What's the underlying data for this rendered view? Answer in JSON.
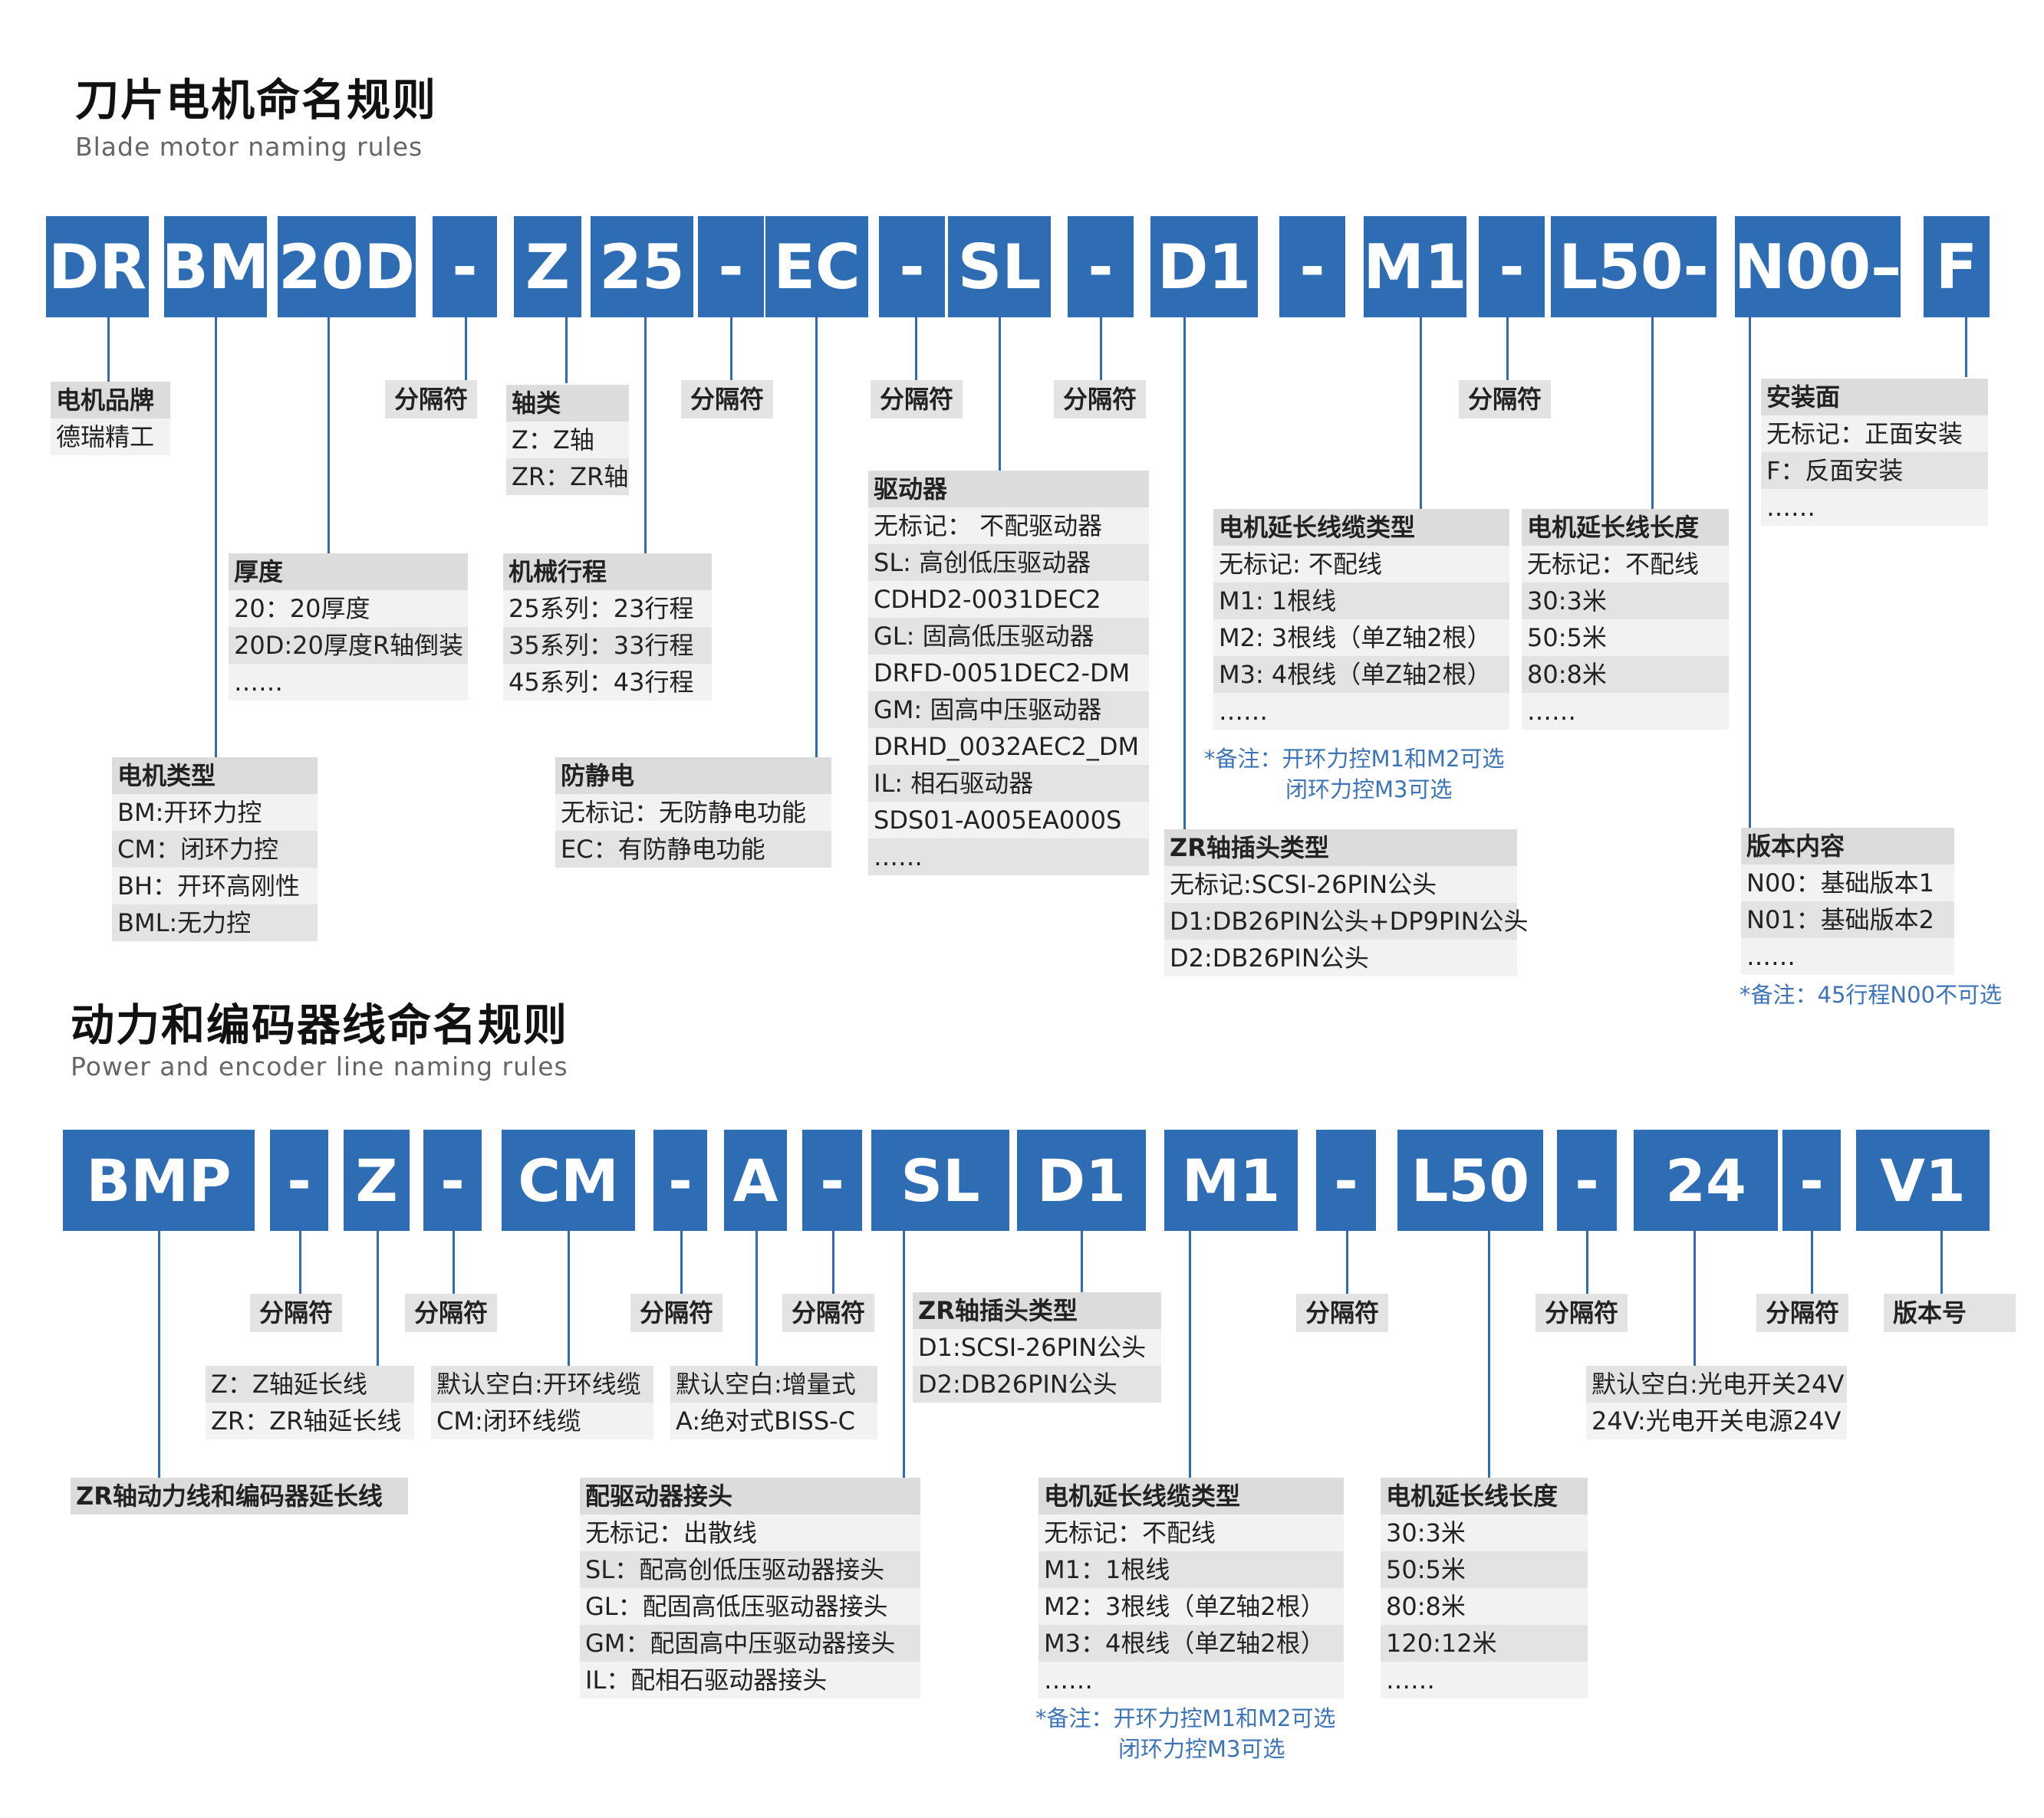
{
  "section1": {
    "title": "刀片电机命名规则",
    "subtitle": "Blade motor naming rules",
    "code": [
      "DR",
      "BM",
      "20D",
      "-",
      "Z",
      "25",
      "-",
      "EC",
      "-",
      "SL",
      "-",
      "D1",
      "-",
      "M1",
      "-",
      "L50-",
      "N00–",
      "F"
    ],
    "separator_label": "分隔符",
    "brand": {
      "title": "电机品牌",
      "items": [
        "德瑞精工"
      ]
    },
    "motor_type": {
      "title": "电机类型",
      "items": [
        "BM:开环力控",
        "CM：闭环力控",
        "BH：开环高刚性",
        "BML:无力控"
      ]
    },
    "thickness": {
      "title": "厚度",
      "items": [
        "20：20厚度",
        "20D:20厚度R轴倒装",
        "……"
      ]
    },
    "axis": {
      "title": "轴类",
      "items": [
        "Z：Z轴",
        "ZR：ZR轴"
      ]
    },
    "stroke": {
      "title": "机械行程",
      "items": [
        "25系列：23行程",
        "35系列：33行程",
        "45系列：43行程"
      ]
    },
    "antistatic": {
      "title": "防静电",
      "items": [
        "无标记：无防静电功能",
        "EC：有防静电功能"
      ]
    },
    "driver": {
      "title": "驱动器",
      "items": [
        "无标记： 不配驱动器",
        "SL: 高创低压驱动器",
        "CDHD2-0031DEC2",
        "GL: 固高低压驱动器",
        "DRFD-0051DEC2-DM",
        "GM: 固高中压驱动器",
        "DRHD_0032AEC2_DM",
        "IL: 相石驱动器",
        "SDS01-A005EA000S",
        "……"
      ]
    },
    "zr_plug": {
      "title": "ZR轴插头类型",
      "items": [
        "无标记:SCSI-26PIN公头",
        "D1:DB26PIN公头+DP9PIN公头",
        "D2:DB26PIN公头"
      ]
    },
    "ext_cable_type": {
      "title": "电机延长线缆类型",
      "items": [
        "无标记: 不配线",
        "M1: 1根线",
        "M2: 3根线（单Z轴2根）",
        "M3: 4根线（单Z轴2根）",
        "……"
      ]
    },
    "ext_note": [
      "*备注：开环力控M1和M2可选",
      "闭环力控M3可选"
    ],
    "ext_length": {
      "title": "电机延长线长度",
      "items": [
        "无标记：不配线",
        "30:3米",
        "50:5米",
        "80:8米",
        "……"
      ]
    },
    "mount": {
      "title": "安装面",
      "items": [
        "无标记：正面安装",
        "F：反面安装",
        "……"
      ]
    },
    "version": {
      "title": "版本内容",
      "items": [
        "N00：基础版本1",
        "N01：基础版本2",
        "……"
      ]
    },
    "version_note": "*备注：45行程N00不可选"
  },
  "section2": {
    "title": "动力和编码器线命名规则",
    "subtitle": "Power and encoder line naming rules",
    "code": [
      "BMP",
      "-",
      "Z",
      "-",
      "CM",
      "-",
      "A",
      "-",
      "SL",
      "D1",
      "M1",
      "-",
      "L50",
      "-",
      "24",
      "-",
      "V1"
    ],
    "separator_label": "分隔符",
    "zr_ext": "ZR轴动力线和编码器延长线",
    "axis": [
      "Z：Z轴延长线",
      "ZR：ZR轴延长线"
    ],
    "cable": [
      "默认空白:开环线缆",
      "CM:闭环线缆"
    ],
    "encoder": [
      "默认空白:增量式",
      "A:绝对式BISS-C"
    ],
    "driver_plug": {
      "title": "配驱动器接头",
      "items": [
        "无标记：出散线",
        "SL：配高创低压驱动器接头",
        "GL：配固高低压驱动器接头",
        "GM：配固高中压驱动器接头",
        "IL：配相石驱动器接头"
      ]
    },
    "zr_plug": {
      "title": "ZR轴插头类型",
      "items": [
        "D1:SCSI-26PIN公头",
        "D2:DB26PIN公头"
      ]
    },
    "ext_cable_type": {
      "title": "电机延长线缆类型",
      "items": [
        "无标记：不配线",
        "M1：1根线",
        "M2：3根线（单Z轴2根）",
        "M3：4根线（单Z轴2根）",
        "……"
      ]
    },
    "ext_note": [
      "*备注：开环力控M1和M2可选",
      "闭环力控M3可选"
    ],
    "ext_length": {
      "title": "电机延长线长度",
      "items": [
        "30:3米",
        "50:5米",
        "80:8米",
        "120:12米",
        "……"
      ]
    },
    "sensor": [
      "默认空白:光电开关24V",
      "24V:光电开关电源24V"
    ],
    "version_label": "版本号"
  },
  "colors": {
    "accent": "#2e6db4",
    "note": "#3d74b8",
    "row_dark": "#e3e3e3",
    "row_light": "#f2f2f2"
  }
}
